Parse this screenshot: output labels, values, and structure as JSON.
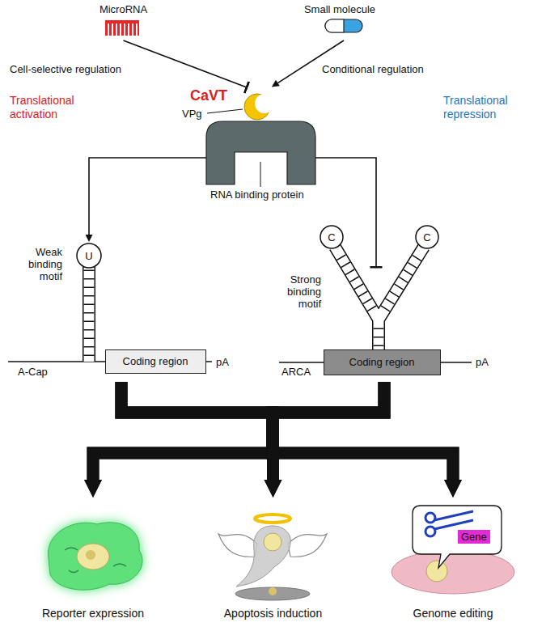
{
  "diagram": {
    "nodes": [
      {
        "text": [
          "MicroRNA"
        ]
      },
      {
        "text": [
          "Small molecule"
        ]
      },
      {
        "text": [
          "CaVT",
          "VPg",
          "RNA binding protein"
        ]
      },
      {
        "text": [
          "Weak binding motif",
          "A-Cap",
          "pA"
        ]
      },
      {
        "text": [
          "Coding region"
        ],
        "in": 3
      },
      {
        "text": [
          "Strong binding motif",
          "ARCA",
          "pA"
        ]
      },
      {
        "text": [
          "Coding region"
        ],
        "in": 5
      },
      {
        "text": [
          "Reporter expression"
        ]
      },
      {
        "text": [
          "Apoptosis induction"
        ]
      },
      {
        "text": [
          "Genome editing"
        ]
      }
    ],
    "edges": [
      {
        "from": 0,
        "to": 2,
        "arrow": "none"
      },
      {
        "from": 1,
        "to": 2,
        "arrow": "to"
      },
      {
        "from": 2,
        "to": 3,
        "arrow": "to"
      },
      {
        "from": 2,
        "to": 5,
        "arrow": "none"
      },
      {
        "from": 3,
        "to": 7,
        "arrow": "to"
      },
      {
        "from": 3,
        "to": 8,
        "arrow": "to"
      },
      {
        "from": 3,
        "to": 9,
        "arrow": "to"
      },
      {
        "from": 5,
        "to": 7,
        "arrow": "to"
      },
      {
        "from": 5,
        "to": 8,
        "arrow": "to"
      },
      {
        "from": 5,
        "to": 9,
        "arrow": "to"
      }
    ],
    "labels": [
      "Cell-selective regulation",
      "Conditional regulation",
      "Translational activation",
      "Translational repression",
      "U",
      "C",
      "C",
      "Gene"
    ]
  }
}
